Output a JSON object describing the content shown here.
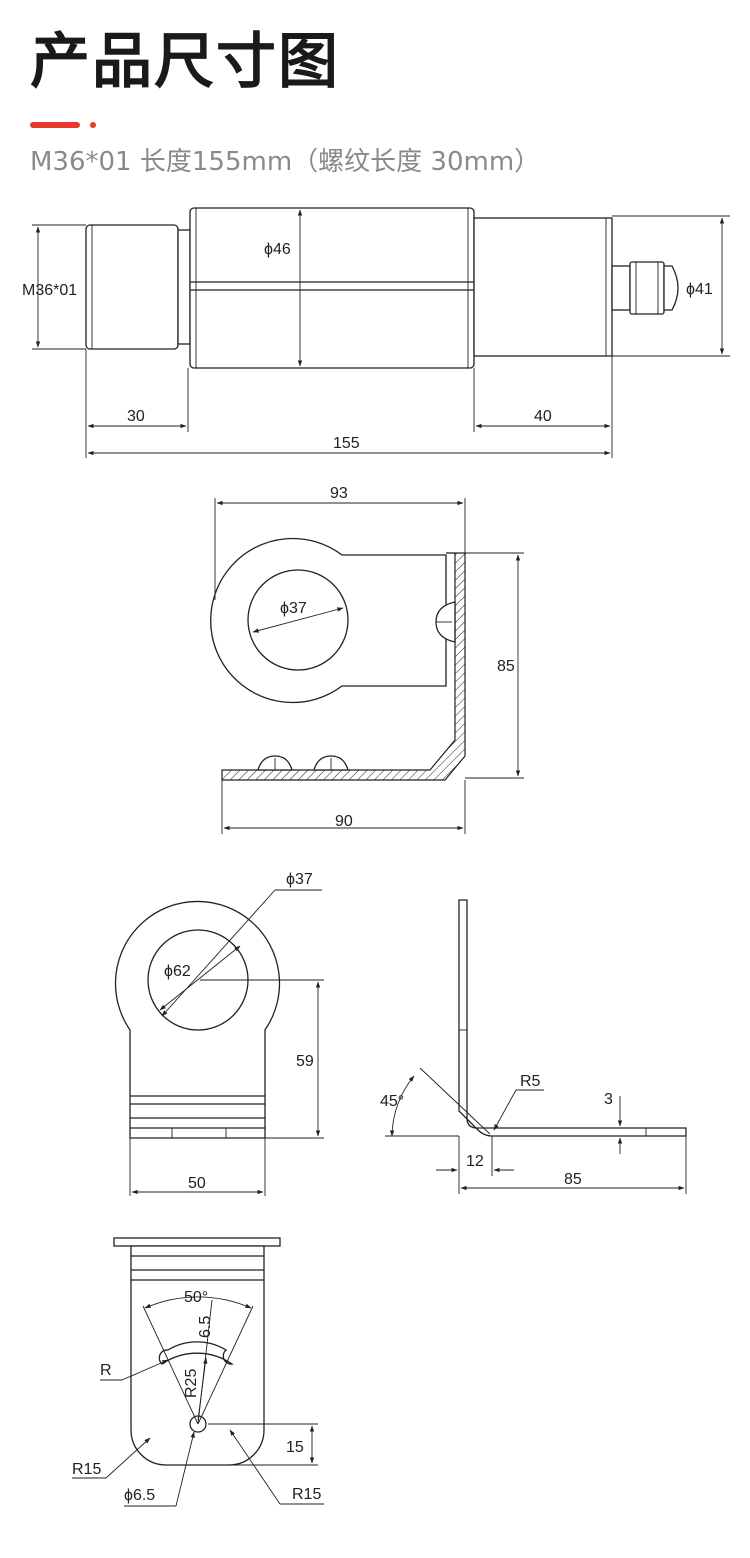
{
  "header": {
    "title": "产品尺寸图",
    "subtitle": "M36*01 长度155mm（螺纹长度 30mm）",
    "accent_color": "#e8392c"
  },
  "sensor_view": {
    "thread_label": "M36*01",
    "body_diameter": "ϕ46",
    "cap_diameter": "ϕ41",
    "thread_length": "30",
    "tail_length": "40",
    "total_length": "155"
  },
  "bracket_side_view": {
    "width": "93",
    "ring_diameter": "ϕ37",
    "height": "85",
    "base_length": "90"
  },
  "bracket_front_view": {
    "outer_diameter": "ϕ37",
    "inner_diameter": "ϕ62",
    "height": "59",
    "width": "50"
  },
  "bracket_profile_view": {
    "angle": "45°",
    "bend_radius": "R5",
    "thickness": "3",
    "offset": "12",
    "length": "85"
  },
  "bracket_base_view": {
    "slot_angle": "50°",
    "slot_width": "6.5",
    "slot_radius": "R",
    "slot_center_radius": "R25",
    "corner_radius_left": "R15",
    "corner_radius_right": "R15",
    "hole_offset": "15",
    "hole_diameter": "ϕ6.5"
  }
}
